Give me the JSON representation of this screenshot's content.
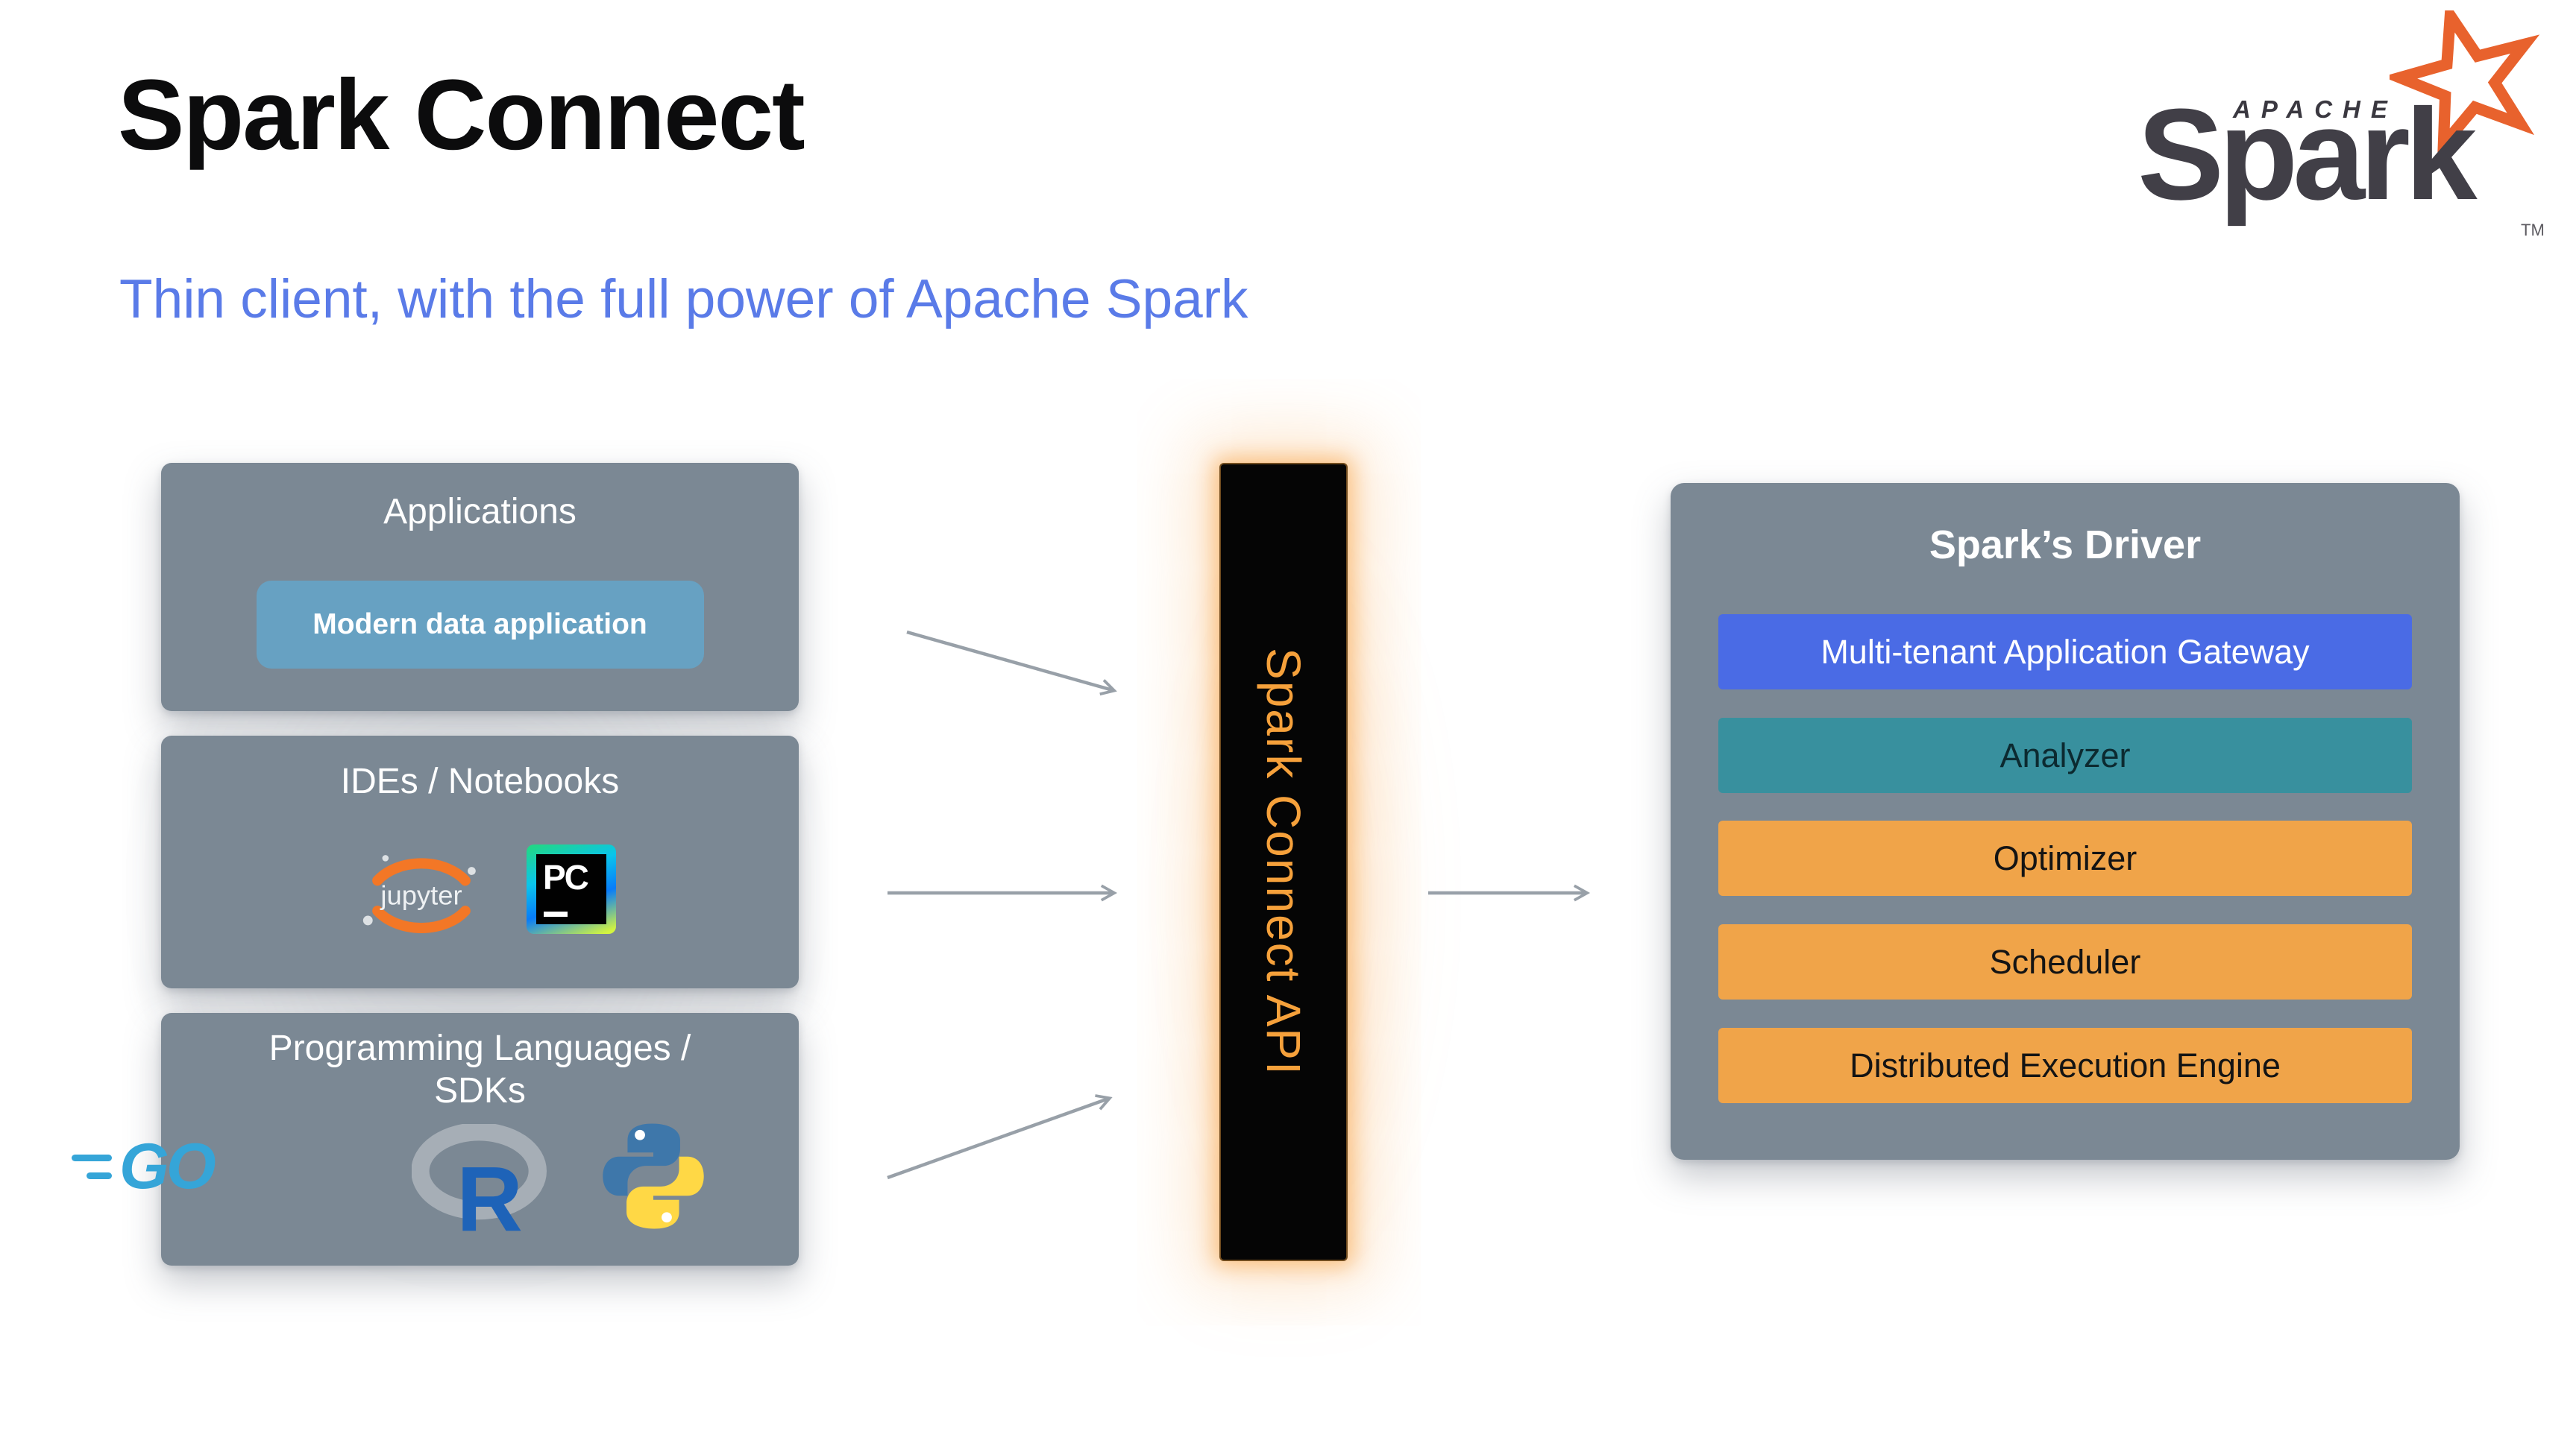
{
  "slide": {
    "title": "Spark Connect",
    "subtitle": "Thin client, with the full power of Apache Spark"
  },
  "logo": {
    "apache": "APACHE",
    "spark": "Spark",
    "tm": "TM"
  },
  "sources": [
    {
      "title": "Applications",
      "button_label": "Modern data application"
    },
    {
      "title": "IDEs / Notebooks",
      "icons": [
        "jupyter-icon",
        "pycharm-icon"
      ],
      "jupyter_label": "jupyter",
      "pycharm_label": "PC"
    },
    {
      "title": "Programming Languages /\nSDKs",
      "icons": [
        "go-icon",
        "r-icon",
        "python-icon"
      ],
      "go_label": "GO",
      "r_label": "R"
    }
  ],
  "connector": {
    "label": "Spark Connect API"
  },
  "driver": {
    "title": "Spark’s Driver",
    "layers": [
      {
        "label": "Multi-tenant Application Gateway",
        "color": "#4a6be5",
        "text_color": "#ffffff"
      },
      {
        "label": "Analyzer",
        "color": "#38909e",
        "text_color": "#0c2a30"
      },
      {
        "label": "Optimizer",
        "color": "#f0a449",
        "text_color": "#141414"
      },
      {
        "label": "Scheduler",
        "color": "#f0a449",
        "text_color": "#141414"
      },
      {
        "label": "Distributed Execution Engine",
        "color": "#f0a449",
        "text_color": "#141414"
      }
    ]
  },
  "colors": {
    "accent_blue": "#5a7be8",
    "box_gray": "#7b8894",
    "chip_blue": "#67a1c2",
    "connector_bg": "#050505",
    "connector_text": "#f6a13b",
    "spark_orange": "#e8622d",
    "arrow_gray": "#98a0a8"
  }
}
